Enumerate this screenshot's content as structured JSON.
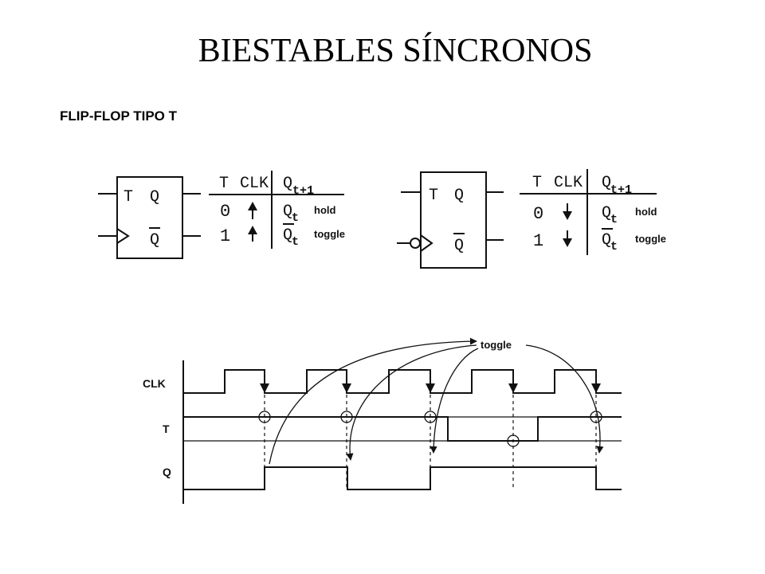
{
  "page": {
    "title": "BIESTABLES SÍNCRONOS",
    "subtitle": "FLIP-FLOP TIPO T"
  },
  "flipflop_left": {
    "input_label": "T",
    "output_q": "Q",
    "output_qbar": "Q",
    "clock": "rising",
    "table": {
      "headers": [
        "T",
        "CLK",
        "Q",
        "t+1"
      ],
      "rows": [
        {
          "t": "0",
          "clk": "rising",
          "q": "Q",
          "q_sub": "t",
          "note": "hold"
        },
        {
          "t": "1",
          "clk": "rising",
          "q": "Q",
          "q_sub": "t",
          "note": "toggle"
        }
      ]
    }
  },
  "flipflop_right": {
    "input_label": "T",
    "output_q": "Q",
    "output_qbar": "Q",
    "clock": "falling",
    "table": {
      "headers": [
        "T",
        "CLK",
        "Q",
        "t+1"
      ],
      "rows": [
        {
          "t": "0",
          "clk": "falling",
          "q": "Q",
          "q_sub": "t",
          "note": "hold"
        },
        {
          "t": "1",
          "clk": "falling",
          "q": "Q",
          "q_sub": "t",
          "note": "toggle"
        }
      ]
    }
  },
  "timing": {
    "signals": [
      "CLK",
      "T",
      "Q"
    ],
    "annotation": "toggle"
  }
}
